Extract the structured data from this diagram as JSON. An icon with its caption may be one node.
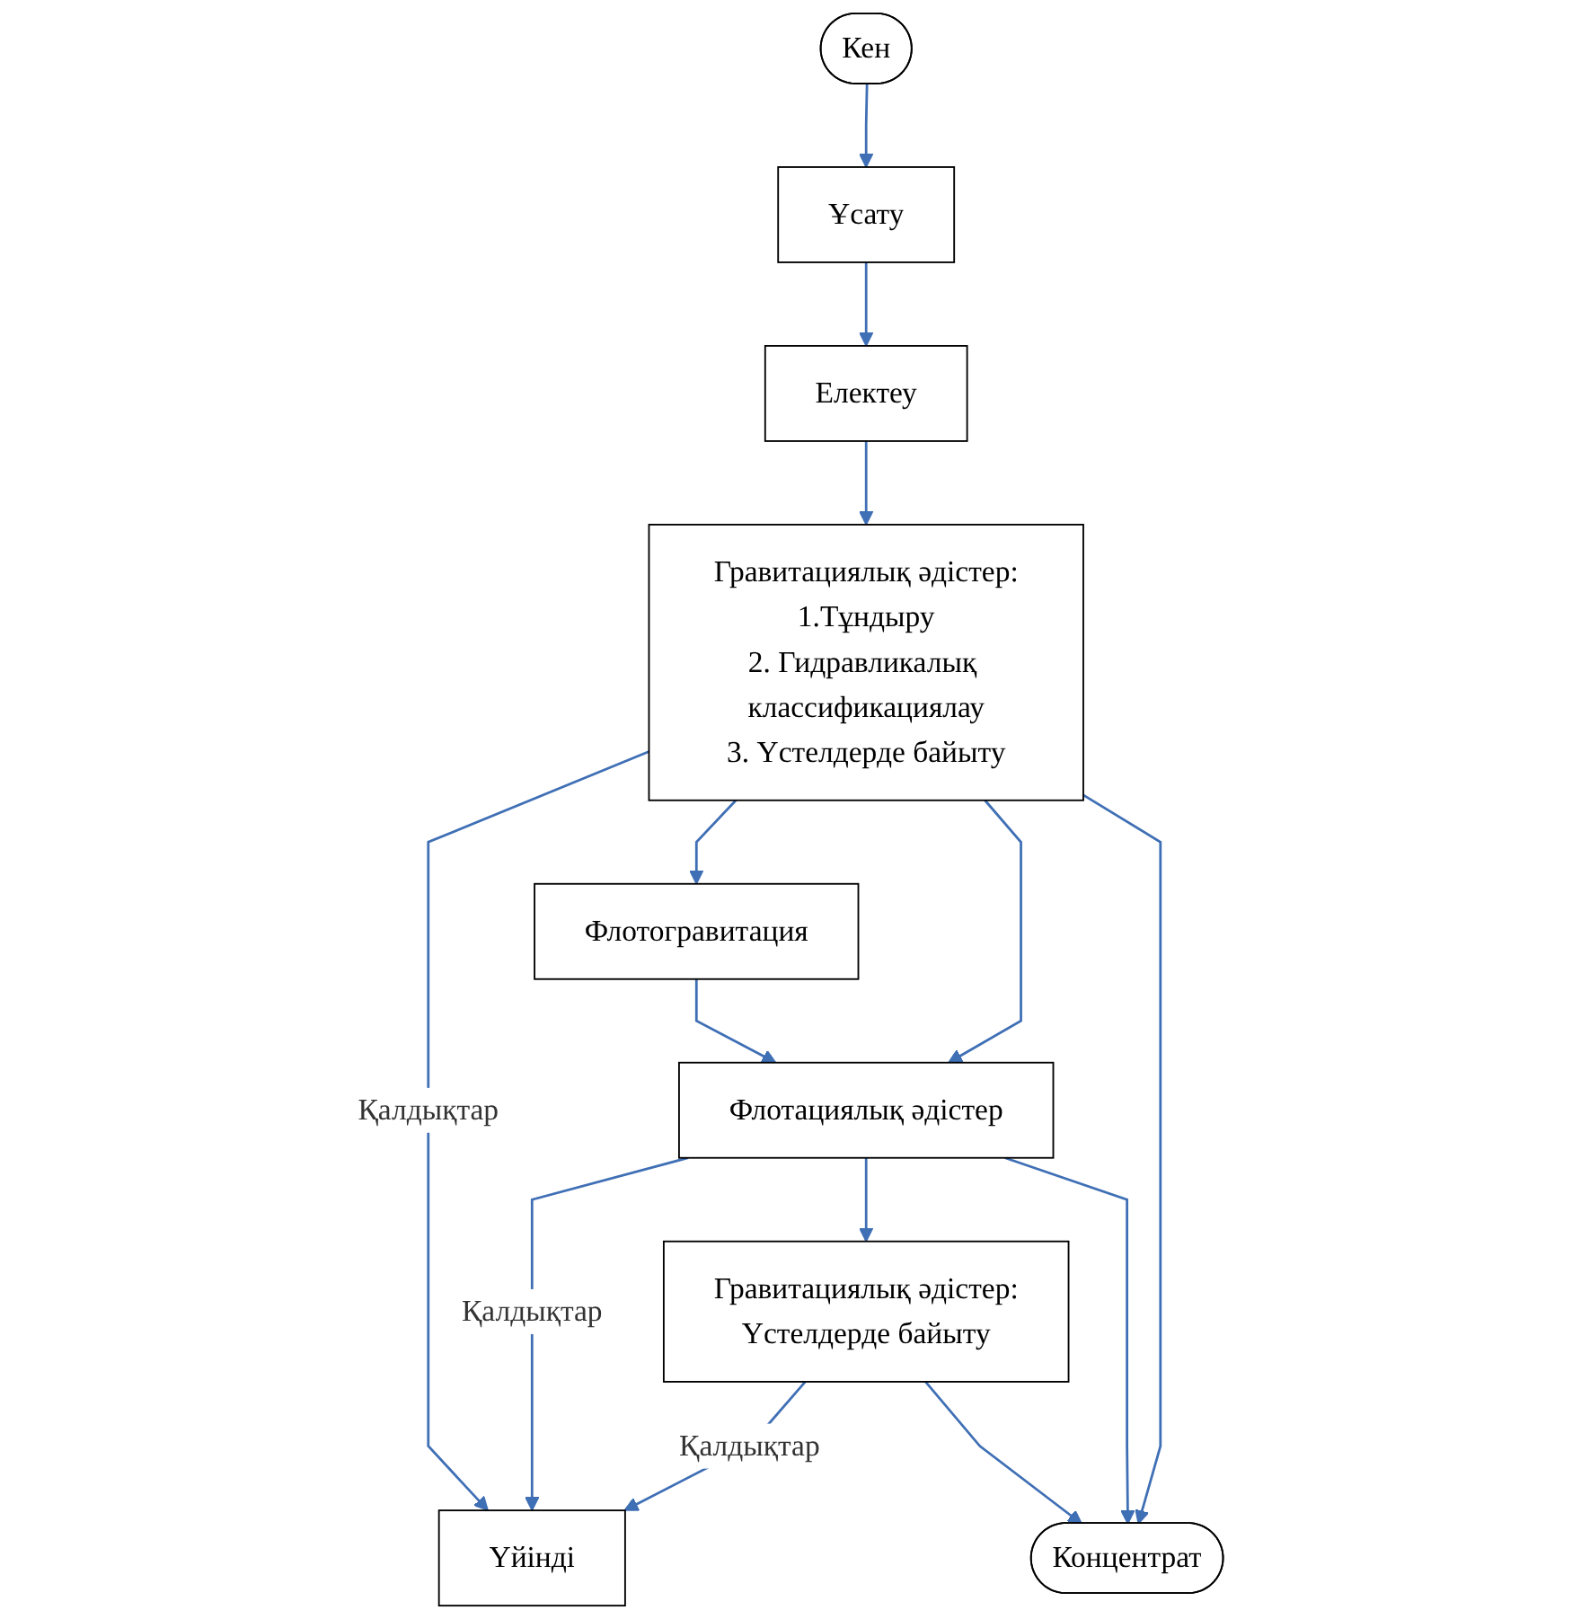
{
  "diagram": {
    "nodes": [
      {
        "text": [
          "Кен"
        ]
      },
      {
        "text": [
          "Ұсату"
        ]
      },
      {
        "text": [
          "Електеу"
        ]
      },
      {
        "text": [
          "Үйінді"
        ]
      },
      {
        "text": [
          "Гравитациялық әдістер:",
          "1.Тұндыру",
          "2. Гидравликалық классификациялау",
          "3. Үстелдерде байыту"
        ]
      },
      {
        "text": [
          "Флотогравитация"
        ]
      },
      {
        "text": [
          "Флотациялық әдістер"
        ]
      },
      {
        "text": [
          "Гравитациялық әдістер:",
          "Үстелдерде байыту"
        ]
      },
      {
        "text": [
          "Концентрат"
        ]
      }
    ],
    "edges": [
      {
        "from": 0,
        "to": 1,
        "arrow": "to"
      },
      {
        "from": 1,
        "to": 2,
        "arrow": "to"
      },
      {
        "from": 2,
        "to": 4,
        "arrow": "to"
      },
      {
        "from": 4,
        "to": 3,
        "arrow": "to",
        "label": "Қалдықтар"
      },
      {
        "from": 4,
        "to": 5,
        "arrow": "to"
      },
      {
        "from": 4,
        "to": 6,
        "arrow": "to"
      },
      {
        "from": 4,
        "to": 8,
        "arrow": "to"
      },
      {
        "from": 5,
        "to": 6,
        "arrow": "to"
      },
      {
        "from": 6,
        "to": 3,
        "arrow": "to",
        "label": "Қалдықтар"
      },
      {
        "from": 6,
        "to": 7,
        "arrow": "to"
      },
      {
        "from": 6,
        "to": 8,
        "arrow": "to"
      },
      {
        "from": 7,
        "to": 3,
        "arrow": "to",
        "label": "Қалдықтар"
      },
      {
        "from": 7,
        "to": 8,
        "arrow": "to"
      }
    ]
  }
}
